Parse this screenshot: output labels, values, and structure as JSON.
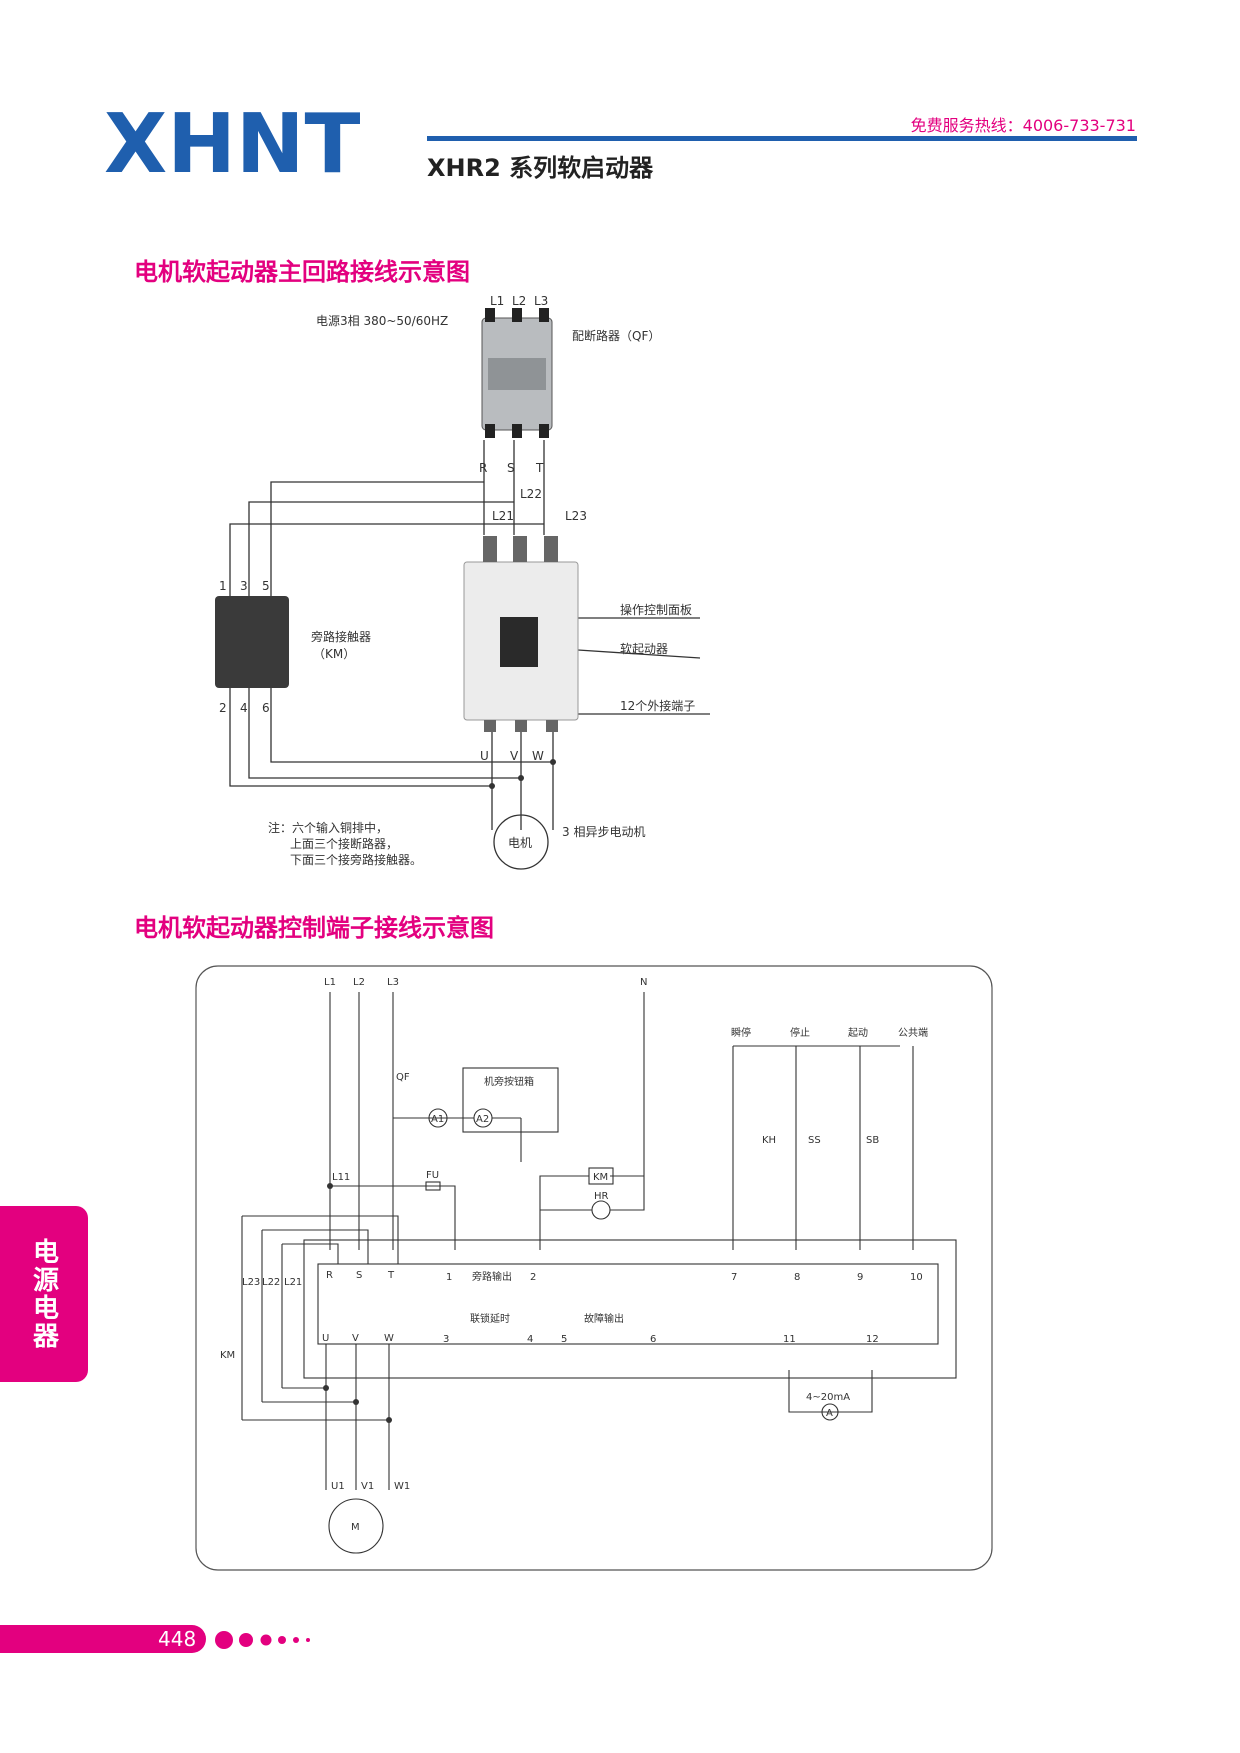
{
  "header": {
    "logo_text": "XHNT",
    "hotline": "免费服务热线：4006-733-731",
    "product_title": "XHR2  系列软启动器"
  },
  "colors": {
    "brand_blue": "#1f5fae",
    "accent_pink": "#e3007f"
  },
  "section1": {
    "title": "电机软起动器主回路接线示意图",
    "power_label": "电源3相 380~50/60HZ",
    "breaker_label": "配断路器（QF）",
    "phase_inputs": [
      "L1",
      "L2",
      "L3"
    ],
    "breaker_outputs": [
      "R",
      "S",
      "T"
    ],
    "soft_starter_inputs": [
      "L21",
      "L22",
      "L23"
    ],
    "contactor_top": [
      "1",
      "3",
      "5"
    ],
    "contactor_bottom": [
      "2",
      "4",
      "6"
    ],
    "contactor_label_1": "旁路接触器",
    "contactor_label_2": "（KM）",
    "panel_label": "操作控制面板",
    "starter_label": "软起动器",
    "terminal_label": "12个外接端子",
    "outputs": [
      "U",
      "V",
      "W"
    ],
    "motor_label": "电机",
    "motor_desc": "3 相异步电动机",
    "note_1": "注：六个输入铜排中，",
    "note_2": "上面三个接断路器，",
    "note_3": "下面三个接旁路接触器。"
  },
  "section2": {
    "title": "电机软起动器控制端子接线示意图",
    "phases": [
      "L1",
      "L2",
      "L3"
    ],
    "neutral": "N",
    "qf": "QF",
    "button_box": "机旁按钮箱",
    "a1": "A1",
    "a2": "A2",
    "l11": "L11",
    "fu": "FU",
    "km": "KM",
    "hr": "HR",
    "km_contacts": "KM",
    "in_terms": [
      "L23",
      "L22",
      "L21"
    ],
    "rst": [
      "R",
      "S",
      "T"
    ],
    "uvw": [
      "U",
      "V",
      "W"
    ],
    "bypass_out": "旁路输出",
    "interlock": "联锁延时",
    "fault_out": "故障输出",
    "nums": [
      "1",
      "2",
      "3",
      "4",
      "5",
      "6",
      "7",
      "8",
      "9",
      "10",
      "11",
      "12"
    ],
    "top_labels": [
      "瞬停",
      "停止",
      "起动",
      "公共端"
    ],
    "switches": [
      "KH",
      "SS",
      "SB"
    ],
    "current": "4~20mA",
    "ammeter": "A",
    "motor_terms": [
      "U1",
      "V1",
      "W1"
    ],
    "motor": "M"
  },
  "side_tab": "电源电器",
  "page_number": "448"
}
